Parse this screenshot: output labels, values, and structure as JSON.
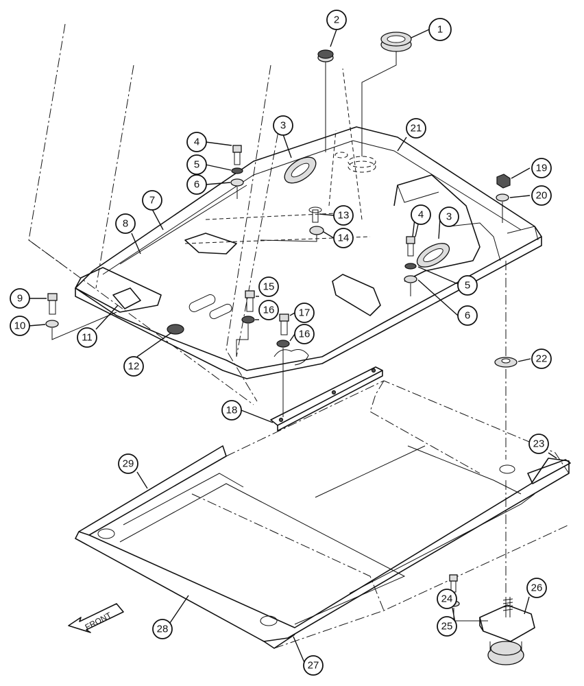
{
  "callouts": [
    {
      "id": "c1",
      "label": "1"
    },
    {
      "id": "c2",
      "label": "2"
    },
    {
      "id": "c3a",
      "label": "3"
    },
    {
      "id": "c3b",
      "label": "3"
    },
    {
      "id": "c4a",
      "label": "4"
    },
    {
      "id": "c4b",
      "label": "4"
    },
    {
      "id": "c5a",
      "label": "5"
    },
    {
      "id": "c5b",
      "label": "5"
    },
    {
      "id": "c6a",
      "label": "6"
    },
    {
      "id": "c6b",
      "label": "6"
    },
    {
      "id": "c7",
      "label": "7"
    },
    {
      "id": "c8",
      "label": "8"
    },
    {
      "id": "c9",
      "label": "9"
    },
    {
      "id": "c10",
      "label": "10"
    },
    {
      "id": "c11",
      "label": "11"
    },
    {
      "id": "c12",
      "label": "12"
    },
    {
      "id": "c13",
      "label": "13"
    },
    {
      "id": "c14",
      "label": "14"
    },
    {
      "id": "c15",
      "label": "15"
    },
    {
      "id": "c16a",
      "label": "16"
    },
    {
      "id": "c16b",
      "label": "16"
    },
    {
      "id": "c17",
      "label": "17"
    },
    {
      "id": "c18",
      "label": "18"
    },
    {
      "id": "c19",
      "label": "19"
    },
    {
      "id": "c20",
      "label": "20"
    },
    {
      "id": "c21",
      "label": "21"
    },
    {
      "id": "c22",
      "label": "22"
    },
    {
      "id": "c23",
      "label": "23"
    },
    {
      "id": "c24",
      "label": "24"
    },
    {
      "id": "c25",
      "label": "25"
    },
    {
      "id": "c26",
      "label": "26"
    },
    {
      "id": "c27",
      "label": "27"
    },
    {
      "id": "c28",
      "label": "28"
    },
    {
      "id": "c29",
      "label": "29"
    }
  ],
  "front_label": "FRONT"
}
